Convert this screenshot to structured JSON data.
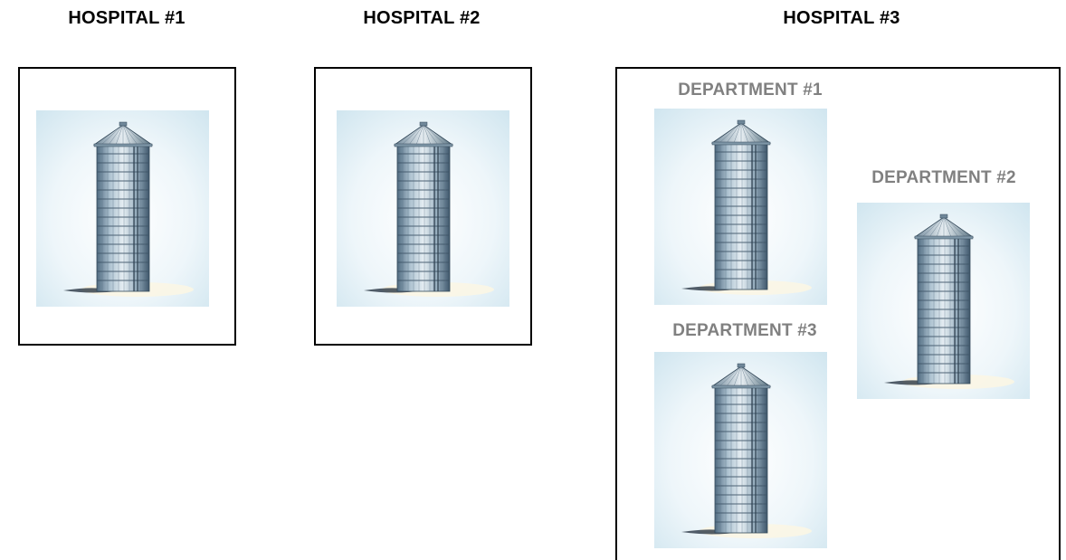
{
  "hospitals": [
    {
      "title": "HOSPITAL #1"
    },
    {
      "title": "HOSPITAL #2"
    },
    {
      "title": "HOSPITAL #3",
      "departments": [
        {
          "title": "DEPARTMENT #1"
        },
        {
          "title": "DEPARTMENT #2"
        },
        {
          "title": "DEPARTMENT #3"
        }
      ]
    }
  ],
  "icon": "grain-silo-icon",
  "colors": {
    "frame": "#000000",
    "hospital_title": "#000000",
    "department_title": "#808080",
    "tile_background": "#e2f0f6"
  }
}
